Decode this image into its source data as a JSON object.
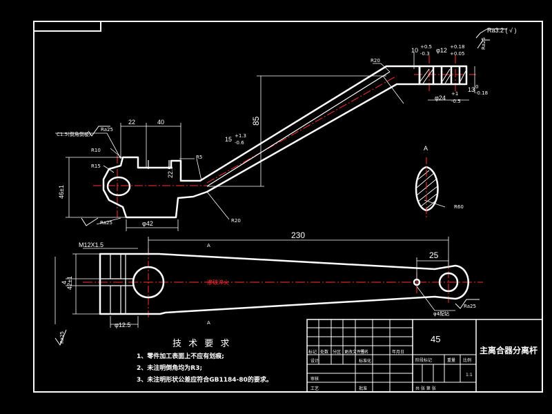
{
  "drawing": {
    "roughness_top": "Ra3.2 ( √ )",
    "roughness_right": "Ra25",
    "label_R20_top": "R20",
    "label_R20_low": "R20",
    "label_R10": "R10",
    "label_R15": "R15",
    "label_R5": "R5",
    "label_R60": "R60",
    "label_chamfer": "C1.5(倒角倒棱)",
    "label_Ra25_a": "Ra25",
    "label_Ra25_b": "Ra25",
    "label_Ra25_c": "Ra25",
    "label_Ra25_d": "Ra25",
    "label_section": "A",
    "label_A1": "A",
    "label_A2": "A",
    "dim_22": "22",
    "dim_40": "40",
    "dim_85": "85",
    "dim_15": "15",
    "dim_15_tol_up": "+1.3",
    "dim_15_tol_low": "-0.6",
    "dim_46": "46",
    "dim_46_tol": "±1",
    "dim_phi42": "φ42",
    "dim_22_5": "22.5",
    "dim_10": "10",
    "dim_10_tol_up": "+0.5",
    "dim_10_tol_low": "-0.3",
    "dim_phi12": "φ12",
    "dim_phi12_tol_up": "+0.18",
    "dim_phi12_tol_low": "+0.05",
    "dim_phi24": "φ24",
    "dim_phi24_tol_up": "+1",
    "dim_phi24_tol_low": "-0.5",
    "dim_13": "13",
    "dim_13_tol_up": "0",
    "dim_13_tol_low": "-0.18",
    "dim_m12": "M12X1.5",
    "dim_230": "230",
    "dim_25": "25",
    "dim_42": "42",
    "dim_42_tol": "±1",
    "dim_4": "4",
    "dim_phi12_5": "φ12.5",
    "dim_phi4": "φ4",
    "dim_phi4_note": "配钻",
    "center_label": "渗碳淬火"
  },
  "notes": {
    "title": "技 术 要 求",
    "items": [
      "1、零件加工表面上不应有划痕;",
      "2、未注明倒角均为R3;",
      "3、未注明形状公差应符合GB1184-80的要求。"
    ]
  },
  "title_block": {
    "material": "45",
    "part_name": "主离合器分离杆",
    "row_labels": [
      "标记",
      "处数",
      "分区",
      "更改文件号",
      "签名",
      "年月日"
    ],
    "design": "设计",
    "standard": "标准化",
    "review": "审核",
    "craft": "工艺",
    "approve": "批准",
    "stage_mark": "阶段标记",
    "weight": "重量",
    "scale": "比例",
    "scale_value": "1:1",
    "sheets": "共  张  第  张"
  }
}
